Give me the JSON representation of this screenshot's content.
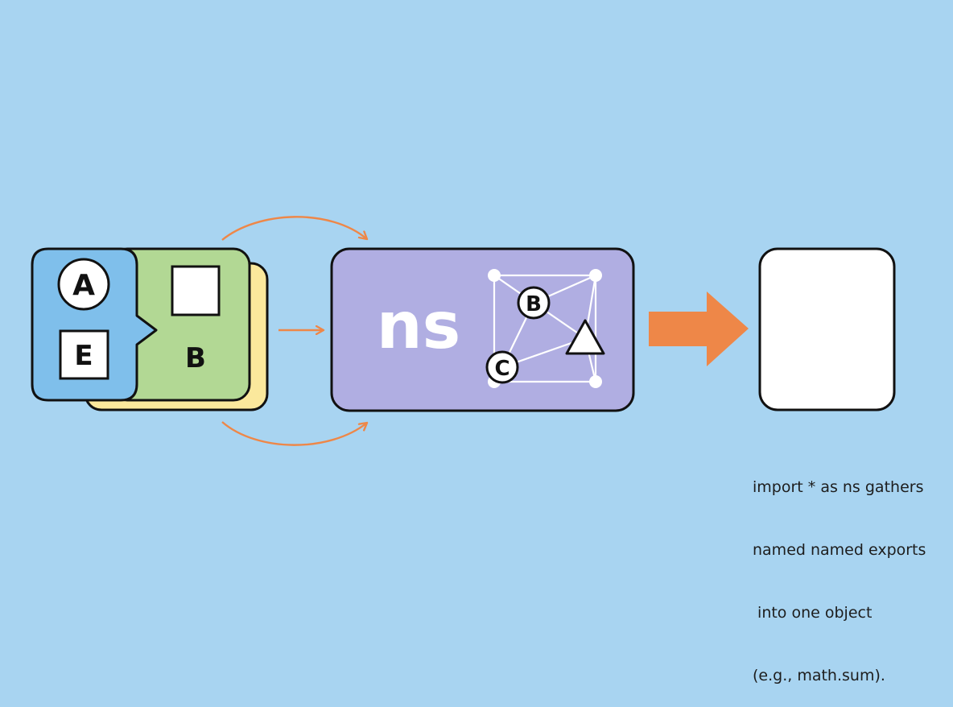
{
  "modules": {
    "a_label": "A",
    "e_label": "E",
    "b_label": "B"
  },
  "namespace": {
    "title": "ns",
    "node_b": "B",
    "node_c": "C"
  },
  "caption": {
    "line1": "import * as ns gathers",
    "line2": "named named exports",
    "line3": " into one object",
    "line4": "(e.g., math.sum)."
  },
  "colors": {
    "background": "#a8d4f1",
    "module_a": "#7fbfeb",
    "module_b": "#b2d894",
    "module_back": "#fbe89c",
    "namespace_box": "#b0aee2",
    "arrow": "#ee8748",
    "result_box": "#ffffff"
  },
  "icons": [
    "circle-node-icon",
    "square-node-icon",
    "triangle-node-icon",
    "arrow-right-icon"
  ]
}
